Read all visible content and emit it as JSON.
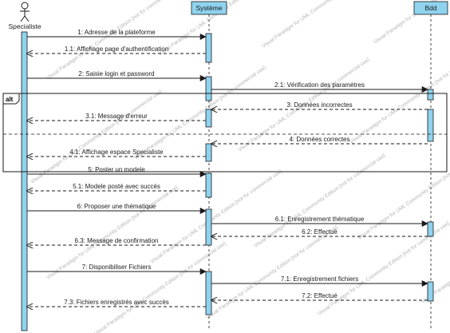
{
  "participants": [
    {
      "id": "specialiste",
      "label": "Specialiste",
      "kind": "actor"
    },
    {
      "id": "systeme",
      "label": "Système",
      "kind": "box"
    },
    {
      "id": "bdd",
      "label": "Bdd",
      "kind": "box"
    }
  ],
  "fragment": {
    "operator": "alt"
  },
  "messages": [
    {
      "id": "m1",
      "label": "1: Adresse de la plateforme",
      "from": "specialiste",
      "to": "systeme",
      "style": "sync"
    },
    {
      "id": "m1_1",
      "label": "1.1: Affichage page d'authentification",
      "from": "systeme",
      "to": "specialiste",
      "style": "return"
    },
    {
      "id": "m2",
      "label": "2: Saisie login et password",
      "from": "specialiste",
      "to": "systeme",
      "style": "sync"
    },
    {
      "id": "m2_1",
      "label": "2.1: Vérification des paramètres",
      "from": "systeme",
      "to": "bdd",
      "style": "sync"
    },
    {
      "id": "m3",
      "label": "3: Données incorrectes",
      "from": "bdd",
      "to": "systeme",
      "style": "return"
    },
    {
      "id": "m3_1",
      "label": "3.1: Message d'erreur",
      "from": "systeme",
      "to": "specialiste",
      "style": "return"
    },
    {
      "id": "m4",
      "label": "4: Données correctes",
      "from": "bdd",
      "to": "systeme",
      "style": "return"
    },
    {
      "id": "m4_1",
      "label": "4.1: Affichage espace Specialiste",
      "from": "systeme",
      "to": "specialiste",
      "style": "return"
    },
    {
      "id": "m5",
      "label": "5: Poster un modele",
      "from": "specialiste",
      "to": "systeme",
      "style": "sync"
    },
    {
      "id": "m5_1",
      "label": "5.1: Modele posté avec succès",
      "from": "systeme",
      "to": "specialiste",
      "style": "return"
    },
    {
      "id": "m6",
      "label": "6: Proposer une thématique",
      "from": "specialiste",
      "to": "systeme",
      "style": "sync"
    },
    {
      "id": "m6_1",
      "label": "6.1: Enregistrement thématique",
      "from": "systeme",
      "to": "bdd",
      "style": "sync"
    },
    {
      "id": "m6_2",
      "label": "6.2: Effectué",
      "from": "bdd",
      "to": "systeme",
      "style": "return"
    },
    {
      "id": "m6_3",
      "label": "6.3: Message de confirmation",
      "from": "systeme",
      "to": "specialiste",
      "style": "return"
    },
    {
      "id": "m7",
      "label": "7: Disponibiliser Fichiers",
      "from": "specialiste",
      "to": "systeme",
      "style": "sync"
    },
    {
      "id": "m7_1",
      "label": "7.1: Enregistrement fichiers",
      "from": "systeme",
      "to": "bdd",
      "style": "sync"
    },
    {
      "id": "m7_2",
      "label": "7.2: Effectué",
      "from": "bdd",
      "to": "systeme",
      "style": "return"
    },
    {
      "id": "m7_3",
      "label": "7.3: Fichiers enregistrés avec succès",
      "from": "systeme",
      "to": "specialiste",
      "style": "return"
    }
  ],
  "watermark": "Visual Paradigm for UML Community Edition [not for commercial use]",
  "colors": {
    "lifeline_fill": "#8fd3ee",
    "box_fill": "#8fd3ee",
    "activation_fill": "#8fd3ee",
    "line": "#1a1a1a",
    "frame": "#1a1a1a"
  }
}
